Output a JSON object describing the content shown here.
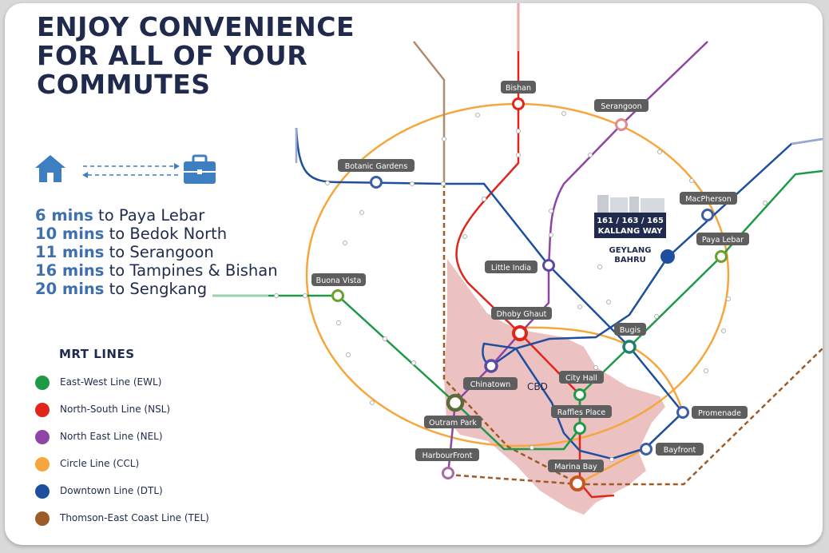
{
  "headline": [
    "ENJOY CONVENIENCE",
    "FOR ALL OF YOUR",
    "COMMUTES"
  ],
  "icons": {
    "origin": "home-icon",
    "destination": "briefcase-icon",
    "connector": "dashed-double-arrow"
  },
  "commute_times": [
    {
      "time": "6 mins",
      "destination": " to Paya Lebar"
    },
    {
      "time": "10 mins",
      "destination": " to Bedok North"
    },
    {
      "time": "11 mins",
      "destination": " to Serangoon"
    },
    {
      "time": "16 mins",
      "destination": " to Tampines & Bishan"
    },
    {
      "time": "20 mins",
      "destination": " to Sengkang"
    }
  ],
  "legend": {
    "title": "MRT LINES",
    "items": [
      {
        "label": "East-West Line (EWL)",
        "color": "#1e9a46"
      },
      {
        "label": "North-South Line (NSL)",
        "color": "#e1251b"
      },
      {
        "label": "North East Line (NEL)",
        "color": "#8e45a6"
      },
      {
        "label": "Circle Line (CCL)",
        "color": "#f6a63c"
      },
      {
        "label": "Downtown Line (DTL)",
        "color": "#1d4f9e"
      },
      {
        "label": "Thomson-East Coast Line (TEL)",
        "color": "#9d5b27"
      }
    ]
  },
  "map": {
    "cbd_label": "CBD",
    "property": {
      "line1": "161 / 163 / 165",
      "line2": "KALLANG WAY",
      "area_line1": "GEYLANG",
      "area_line2": "BAHRU"
    },
    "stations": {
      "bishan": "Bishan",
      "serangoon": "Serangoon",
      "botanic_gardens": "Botanic Gardens",
      "macpherson": "MacPherson",
      "paya_lebar": "Paya Lebar",
      "little_india": "Little India",
      "buona_vista": "Buona Vista",
      "dhoby_ghaut": "Dhoby Ghaut",
      "bugis": "Bugis",
      "chinatown": "Chinatown",
      "city_hall": "City Hall",
      "raffles_place": "Raffles Place",
      "outram_park": "Outram Park",
      "promenade": "Promenade",
      "harbourfront": "HarbourFront",
      "bayfront": "Bayfront",
      "marina_bay": "Marina Bay"
    }
  }
}
